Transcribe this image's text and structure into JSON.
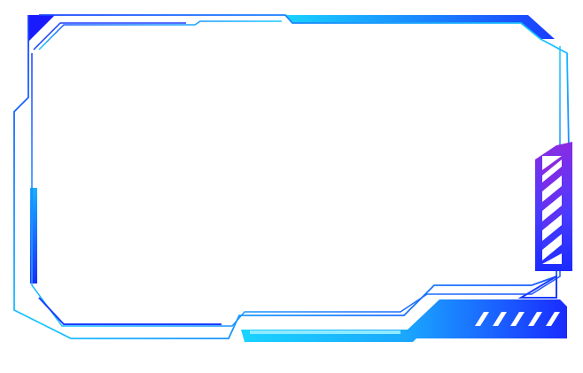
{
  "frame": {
    "style": "futuristic HUD border frame",
    "colors": {
      "blue": "#1a1aff",
      "royal_blue": "#2b3be8",
      "cyan": "#19d3ff",
      "light_cyan": "#8feaff",
      "violet": "#8a2be2",
      "purple": "#6a1fd6",
      "white": "#ffffff"
    },
    "stripe_count_right_panel": 5,
    "slash_count_bottom_right": 5
  }
}
